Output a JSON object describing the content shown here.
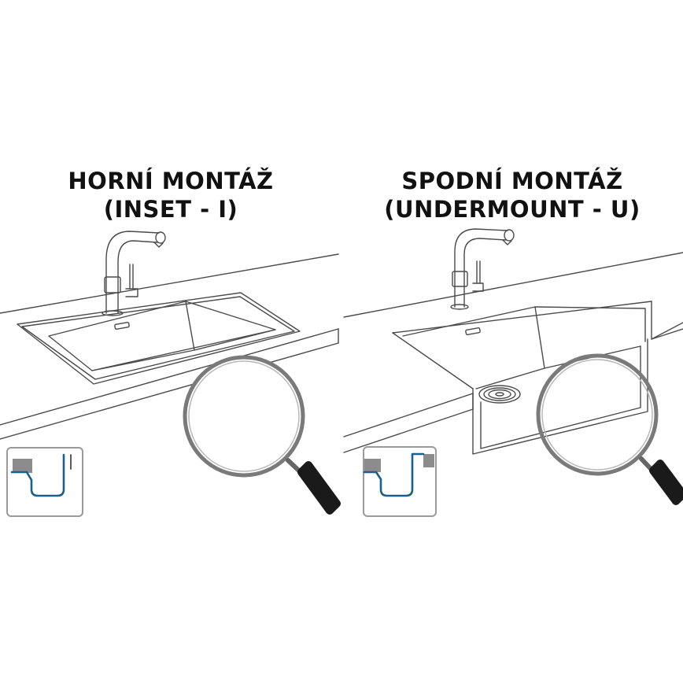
{
  "panels": [
    {
      "title_line1": "HORNÍ MONTÁŽ",
      "title_line2": "(INSET - I)"
    },
    {
      "title_line1": "SPODNÍ MONTÁŽ",
      "title_line2": "(UNDERMOUNT - U)"
    }
  ],
  "colors": {
    "line": "#4a4a4a",
    "accent": "#1c5f8a",
    "icon_border": "#9a9a9a",
    "gray_block": "#8c8c8c",
    "handle": "#1a1a1a"
  },
  "icons": [
    "faucet-icon",
    "sink-icon",
    "magnifying-glass-icon",
    "drain-strainer-icon",
    "mount-profile-icon"
  ]
}
